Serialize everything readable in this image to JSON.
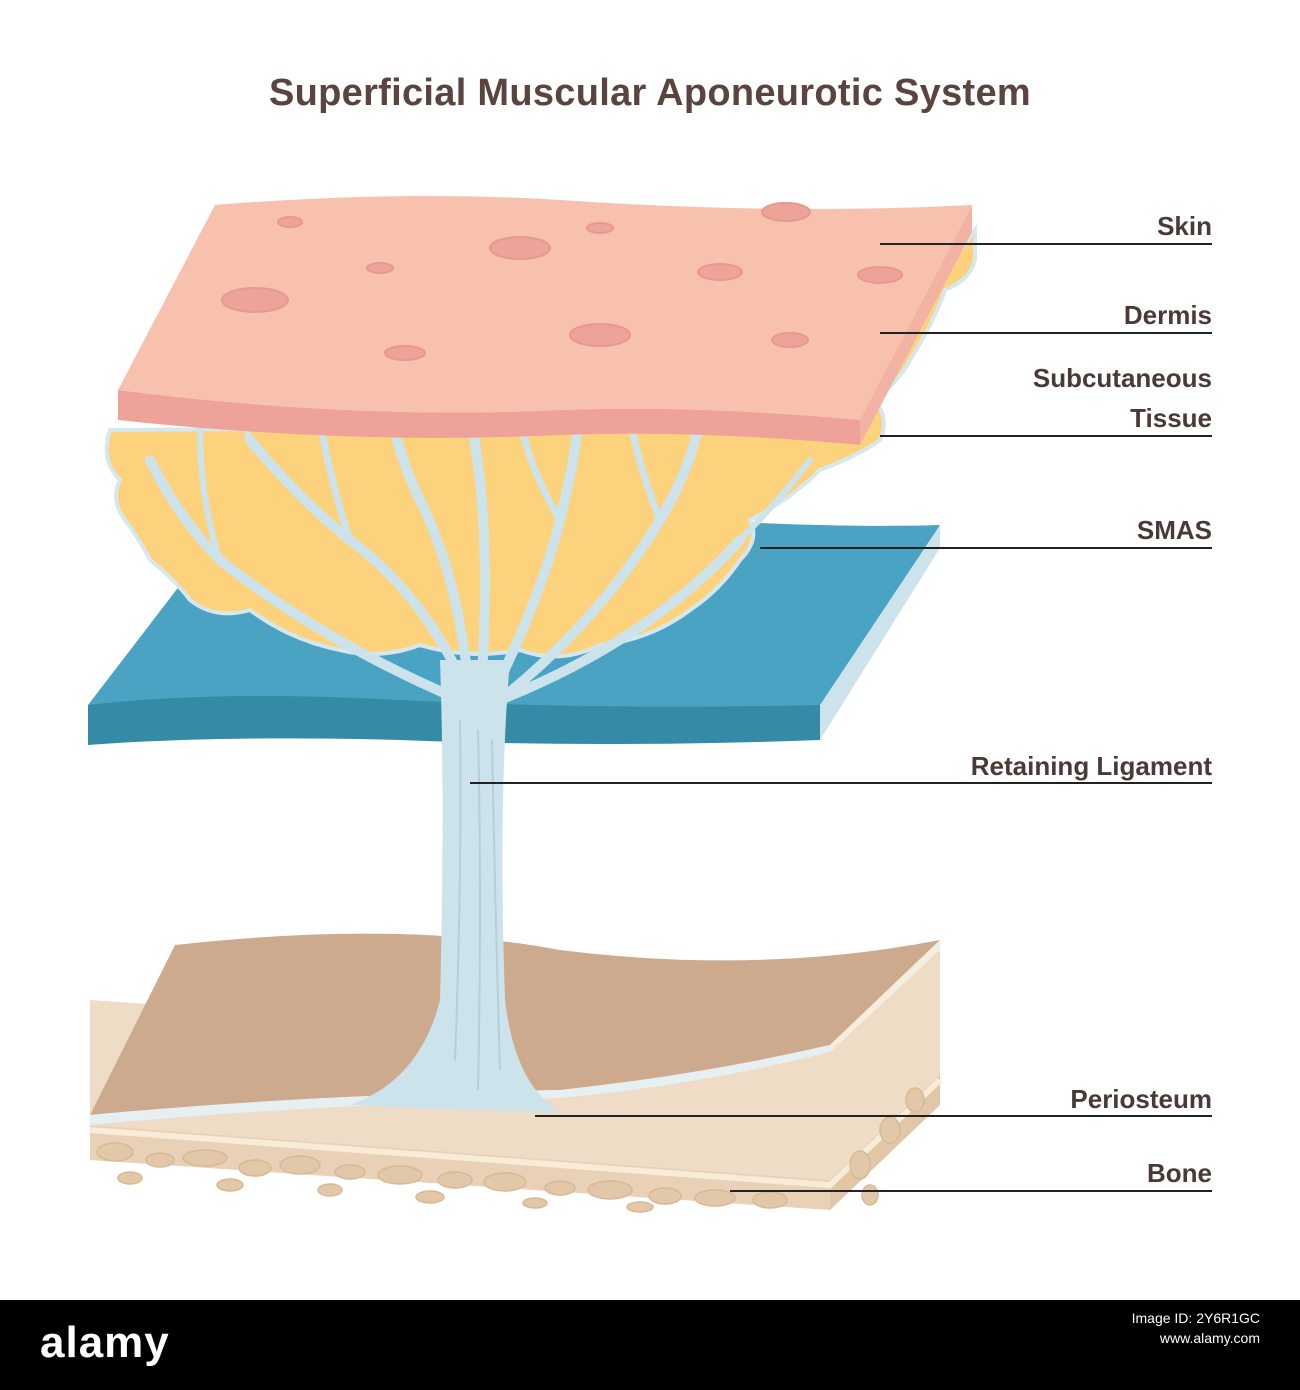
{
  "title": "Superficial Muscular Aponeurotic System",
  "labels": {
    "skin": "Skin",
    "dermis": "Dermis",
    "subcutaneous_line1": "Subcutaneous",
    "subcutaneous_line2": "Tissue",
    "smas": "SMAS",
    "retaining_ligament": "Retaining Ligament",
    "periosteum": "Periosteum",
    "bone": "Bone"
  },
  "watermark": {
    "brand": "alamy",
    "image_id_label": "Image ID: 2Y6R1GC",
    "site": "www.alamy.com"
  },
  "colors": {
    "skin": "#f7c1ad",
    "dermis": "#eea39a",
    "fat": "#fdd27c",
    "smas": "#4ba3c3",
    "ligament": "#cde3ec",
    "periosteum": "#cdaa8e",
    "bone": "#efdcc6",
    "text": "#4a3a37"
  }
}
